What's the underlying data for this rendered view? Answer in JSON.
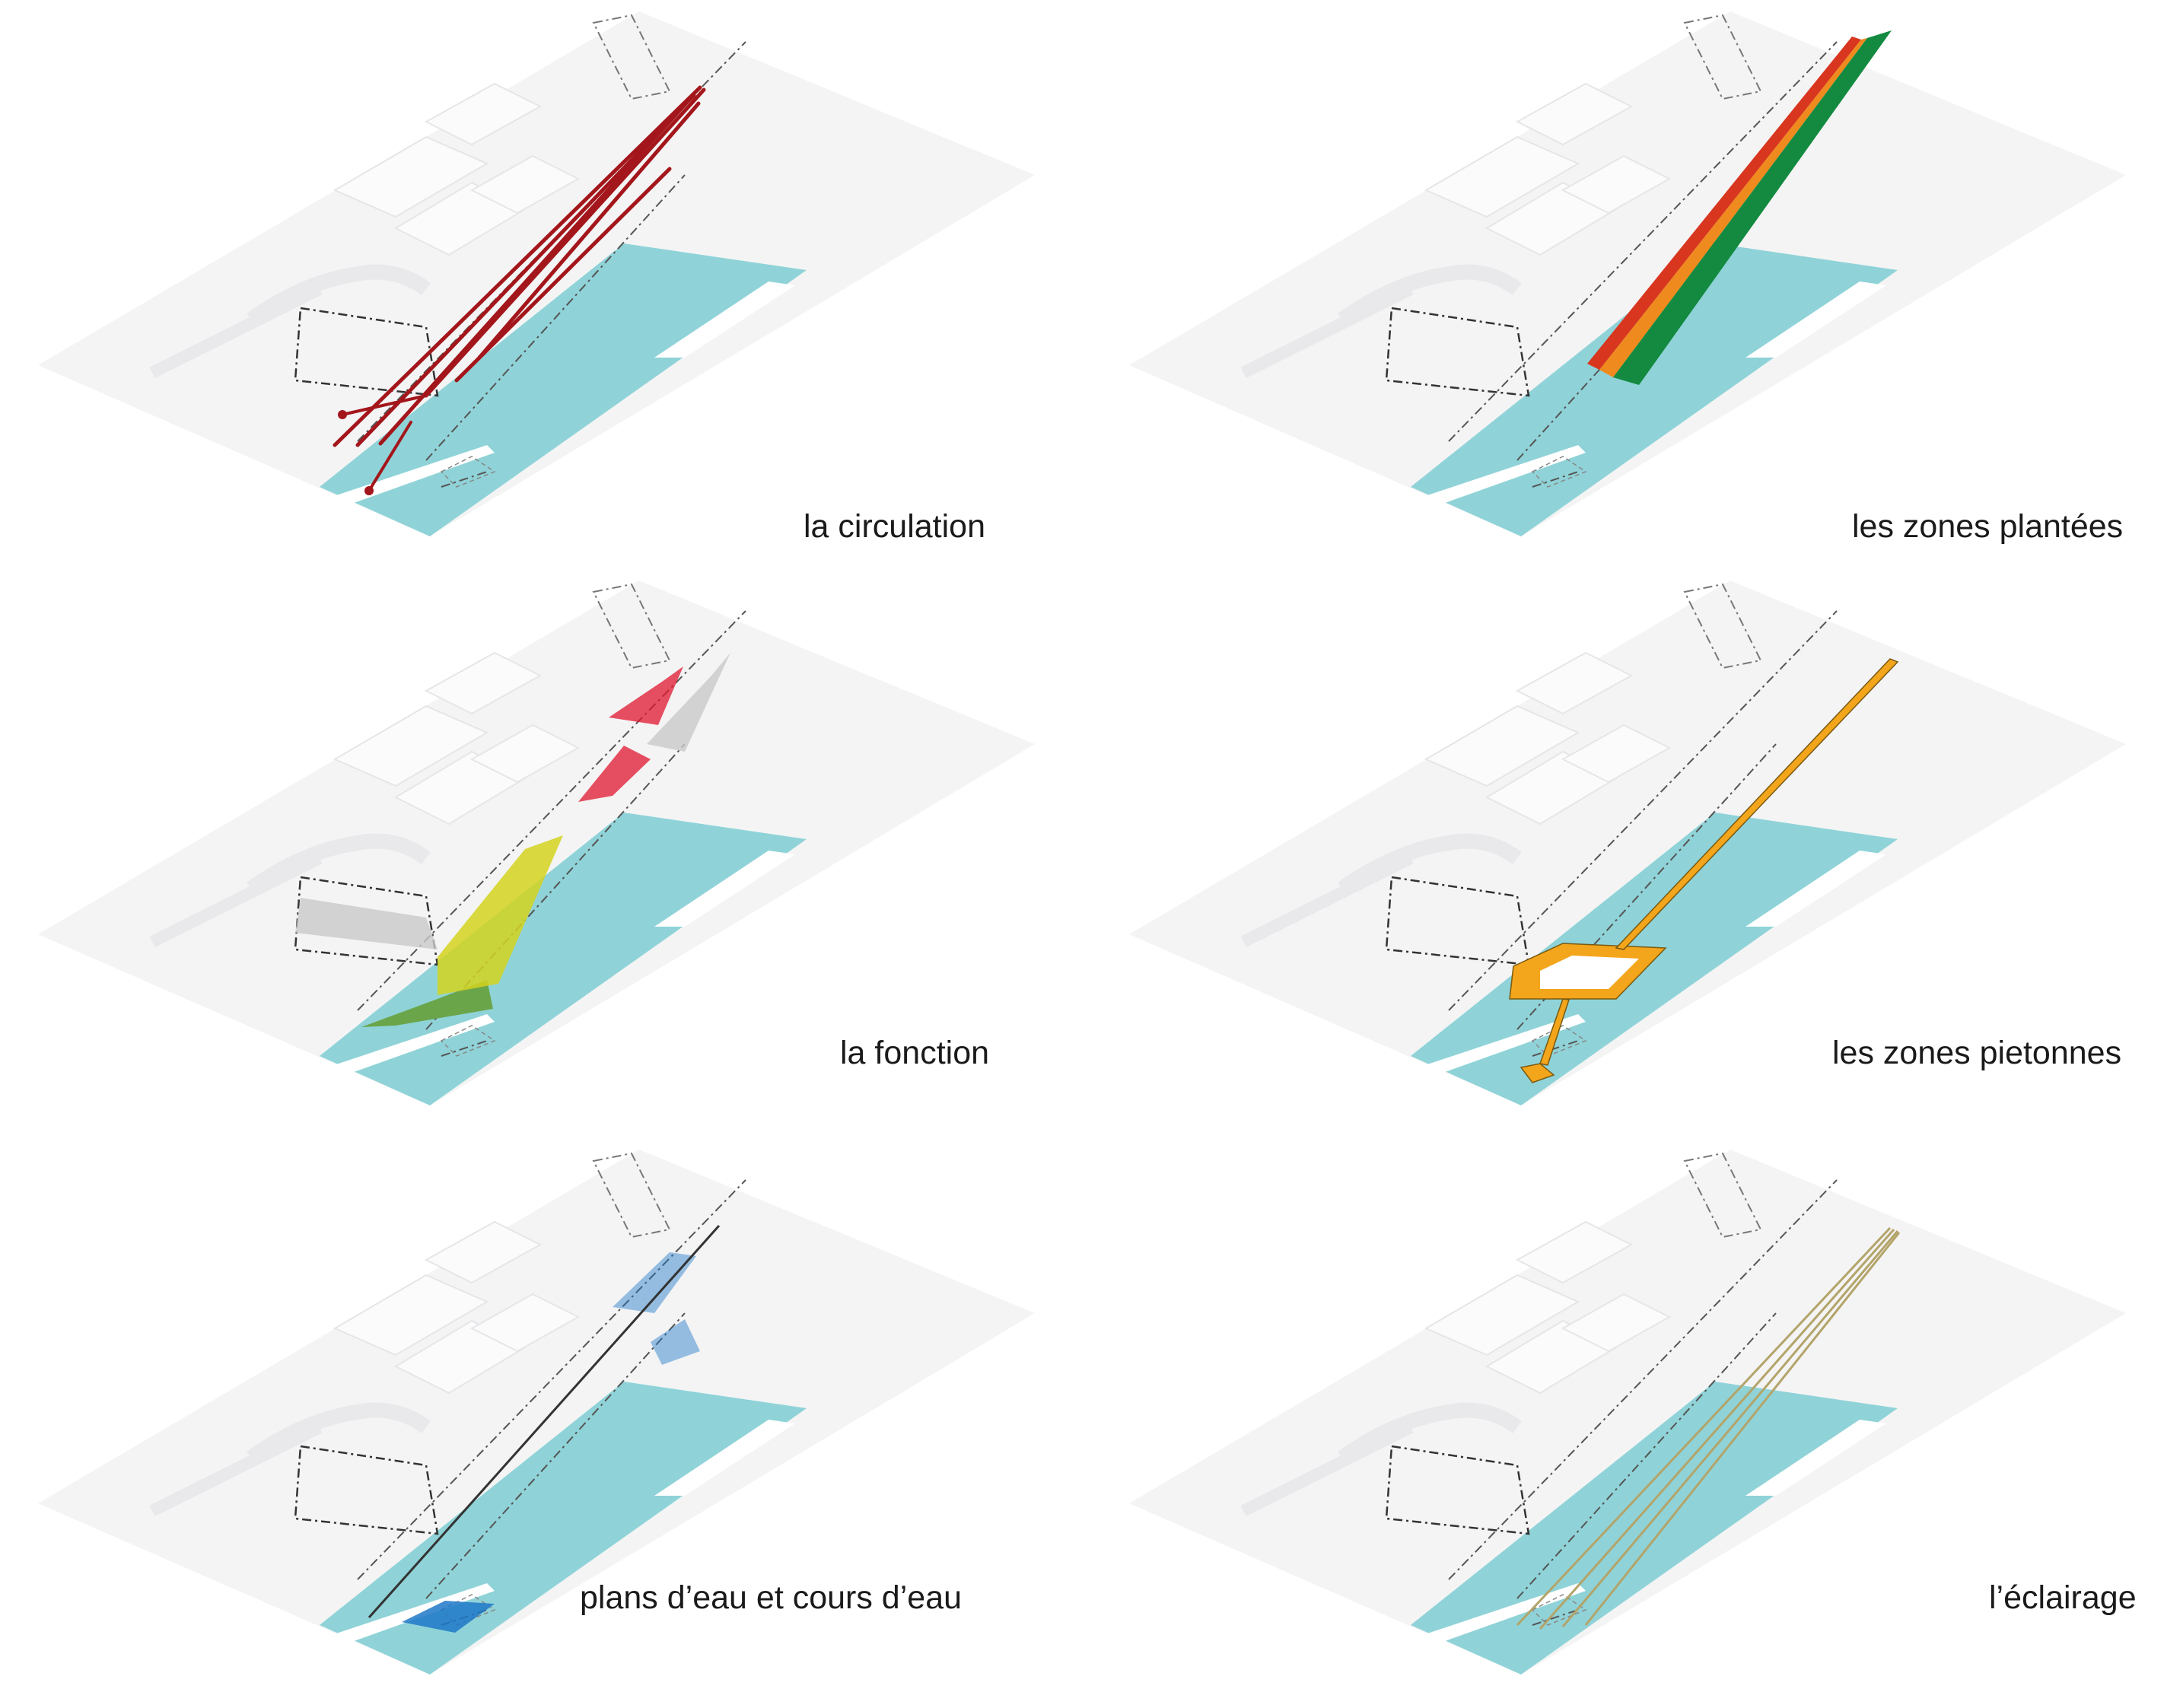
{
  "colors": {
    "water": "#8fd3d8",
    "ground": "#f4f4f5",
    "building": "#fbfbfb",
    "building_edge": "#e6e6e9",
    "road": "#e9e9ec",
    "circulation": "#a3161b",
    "planted_orange": "#ef8a1e",
    "planted_red": "#d8361e",
    "planted_green": "#138a3f",
    "function_red": "#e0172e",
    "function_yellow": "#d4d21f",
    "function_green": "#6aa54a",
    "function_gray": "#c9c9c9",
    "pedestrian": "#f3a51c",
    "water_blue": "#1f78c8",
    "lighting": "#b3a46a"
  },
  "panels": [
    {
      "id": "circulation",
      "caption": "la circulation",
      "icon": "circulation-network"
    },
    {
      "id": "planted",
      "caption": "les zones plantées",
      "icon": "planted-strips"
    },
    {
      "id": "function",
      "caption": "la fonction",
      "icon": "function-zones"
    },
    {
      "id": "pedestrian",
      "caption": "les zones pietonnes",
      "icon": "pedestrian-paths"
    },
    {
      "id": "water",
      "caption": "plans d’eau et cours d’eau",
      "icon": "water-bodies"
    },
    {
      "id": "lighting",
      "caption": "l’éclairage",
      "icon": "lighting-lines"
    }
  ]
}
